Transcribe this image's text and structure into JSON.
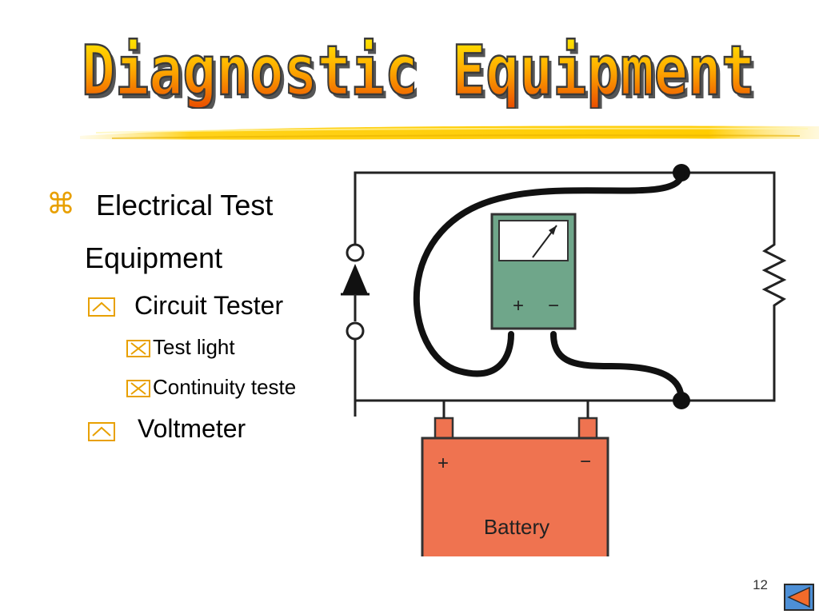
{
  "slide": {
    "title": "Diagnostic Equipment",
    "bullets": {
      "l1": [
        "Electrical Test",
        "Equipment"
      ],
      "circuit_tester": "Circuit Tester",
      "test_light": "Test light",
      "continuity_tester": "Continuity teste",
      "voltmeter": "Voltmeter"
    },
    "page_number": "12"
  },
  "diagram": {
    "battery_label": "Battery",
    "battery_plus": "+",
    "battery_minus": "−",
    "meter_plus": "+",
    "meter_minus": "−"
  },
  "icons": {
    "level1_marker": "command-icon",
    "level2_marker": "checkbox-icon",
    "level3_marker": "x-box-icon",
    "nav": "previous-slide-icon"
  },
  "colors": {
    "title_fill_top": "#ffe600",
    "title_fill_bottom": "#e84a00",
    "title_outline": "#3a3a3a",
    "bullet_marker": "#e8a000",
    "meter_body": "#6fa68a",
    "battery_body": "#ef7350",
    "wire": "#111111"
  }
}
